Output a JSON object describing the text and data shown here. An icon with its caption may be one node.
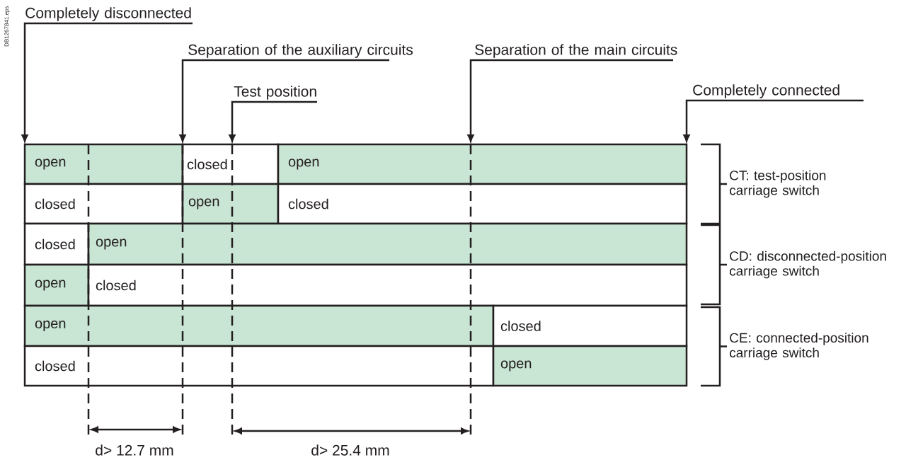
{
  "diagram": {
    "nodes": [
      {
        "text": [
          "Completely disconnected"
        ]
      },
      {
        "text": [
          "Separation of the auxiliary circuits"
        ]
      },
      {
        "text": [
          "Test position"
        ]
      },
      {
        "text": [
          "Separation of the main circuits"
        ]
      },
      {
        "text": [
          "Completely connected"
        ]
      },
      {
        "text": [
          "open"
        ]
      },
      {
        "text": [
          "closed"
        ]
      },
      {
        "text": [
          "open"
        ]
      },
      {
        "text": [
          "closed"
        ]
      },
      {
        "text": [
          "open"
        ]
      },
      {
        "text": [
          "closed"
        ]
      },
      {
        "text": [
          "closed"
        ]
      },
      {
        "text": [
          "open"
        ]
      },
      {
        "text": [
          "open"
        ]
      },
      {
        "text": [
          "closed"
        ]
      },
      {
        "text": [
          "open"
        ]
      },
      {
        "text": [
          "closed"
        ]
      },
      {
        "text": [
          "closed"
        ]
      },
      {
        "text": [
          "open"
        ]
      }
    ],
    "edges": [
      {
        "from": 0,
        "to": 5,
        "arrow": "to"
      },
      {
        "from": 1,
        "to": 6,
        "arrow": "to"
      },
      {
        "from": 2,
        "to": 6,
        "arrow": "to"
      },
      {
        "from": 3,
        "to": 7,
        "arrow": "to"
      },
      {
        "from": 4,
        "to": 7,
        "arrow": "to"
      }
    ],
    "labels": [
      "DB1267841.eps",
      "CT: test-position carriage switch",
      "CD: disconnected-position carriage switch",
      "CE: connected-position carriage switch",
      "d> 12.7 mm",
      "d> 25.4 mm"
    ]
  }
}
